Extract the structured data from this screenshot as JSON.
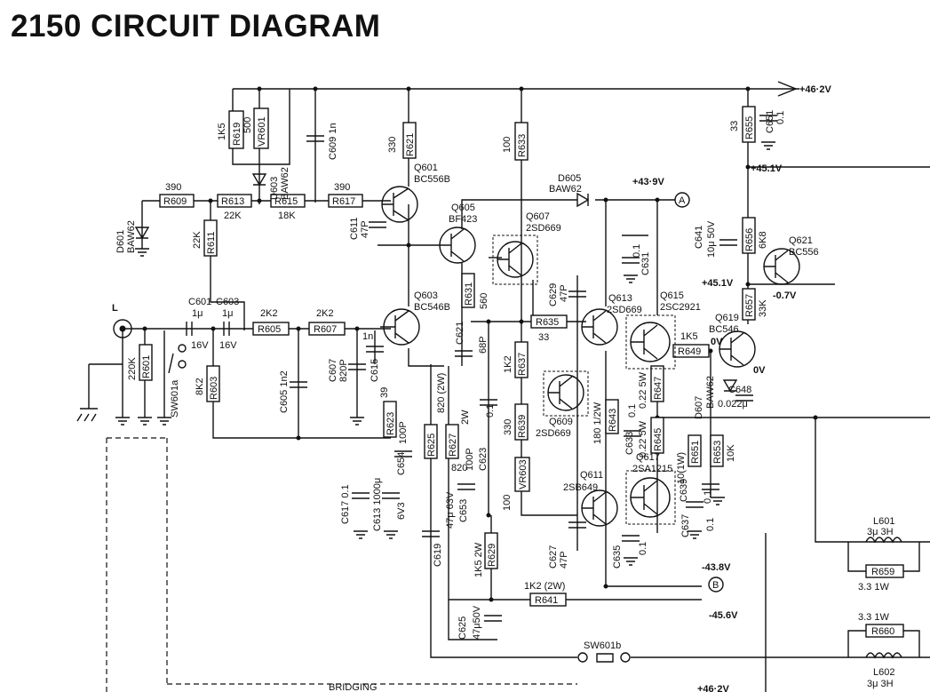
{
  "title": "2150  CIRCUIT DIAGRAM",
  "rails": {
    "v_plus_46_2": "+46·2V",
    "v_plus_45_1_top": "+45.1V",
    "v_plus_43_9": "+43·9V",
    "v_plus_45_1": "+45.1V",
    "v_minus_0_7": "-0.7V",
    "v_0v_a": "0V",
    "v_0v_b": "0V",
    "v_minus_43_8": "-43.8V",
    "v_minus_45_6": "-45.6V",
    "v_bottom": "+46·2V"
  },
  "terminals": {
    "a": "A",
    "b": "B",
    "input": "L"
  },
  "labels": {
    "bridging": "BRIDGING",
    "sw601a": "SW601a",
    "sw601b": "SW601b"
  },
  "resistors": {
    "r619": "R619",
    "r619_val": "1K5",
    "vr601": "VR601",
    "vr601_val": "500",
    "r621": "R621",
    "r621_val": "330",
    "r633": "R633",
    "r633_val": "100",
    "r609": "R609",
    "r609_val": "390",
    "r613": "R613",
    "r613_val": "22K",
    "r615": "R615",
    "r615_val": "18K",
    "r617": "R617",
    "r617_val": "390",
    "r611": "R611",
    "r611_val": "22K",
    "r605": "R605",
    "r605_val": "2K2",
    "r607": "R607",
    "r607_val": "2K2",
    "r601": "R601",
    "r601_val": "220K",
    "r603": "R603",
    "r603_val": "8K2",
    "r623": "R623",
    "r623_val": "39",
    "r625": "R625",
    "r627": "R627",
    "r627_val": "820",
    "r627_rating": "820 (2W)",
    "r627_watt": "2W",
    "r631": "R631",
    "r631_val": "560",
    "r635": "R635",
    "r635_val": "33",
    "r637": "R637",
    "r637_val": "1K2",
    "r639": "R639",
    "r639_val": "330",
    "vr603": "VR603",
    "vr603_val": "100",
    "r629": "R629",
    "r629_val": "1K5 2W",
    "r641": "R641",
    "r641_val": "1K2 (2W)",
    "r643": "R643",
    "r643_val": "180 1/2W",
    "r647": "R647",
    "r647_val": "0.22 5W",
    "r645": "R645",
    "r645_val": "0.22 5W",
    "r649": "R649",
    "r649_val": "1K5",
    "r651": "R651",
    "r651_val": "10(1W)",
    "r653": "R653",
    "r653_val": "10K",
    "r655": "R655",
    "r655_val": "33",
    "r656": "R656",
    "r656_val": "6K8",
    "r657": "R657",
    "r657_val": "33K",
    "r659": "R659",
    "r659_val": "3.3  1W",
    "r660": "R660",
    "r660_val": "3.3  1W"
  },
  "capacitors": {
    "c609": "C609 1n",
    "c611": "C611",
    "c611_val": "47P",
    "c601": "C601",
    "c601_val": "1μ",
    "c601_v": "16V",
    "c603": "C603",
    "c603_val": "1μ",
    "c603_v": "16V",
    "c605": "C605 1n2",
    "c607": "C607",
    "c607_val": "820P",
    "c615": "C615",
    "c615_val": "1n",
    "c621": "C621",
    "c621_val": "68P",
    "c623": "C623",
    "c623_val": "0.1",
    "c629": "C629",
    "c629_val": "47P",
    "c631": "C631",
    "c631_val": "0.1",
    "c633": "C633",
    "c633_val": "0.1",
    "c617": "C617 0.1",
    "c613": "C613 1000μ",
    "c613_v": "6V3",
    "c654": "C654",
    "c654_val": "100P",
    "c653": "C653",
    "c653_val": "100P",
    "c619": "C619",
    "c619_val": "47μ 63V",
    "c625": "C625",
    "c625_val": "47μ50V",
    "c627": "C627",
    "c627_val": "47P",
    "c635": "C635",
    "c635_val": "0.1",
    "c637": "C637",
    "c637_val": "0.1",
    "c639": "C639",
    "c639_val": "0.1",
    "c641": "C641",
    "c641_val": "10μ 50V",
    "c648": "C648",
    "c648_val": "0.022μ",
    "c651": "C651",
    "c651_val": "0.1"
  },
  "semis": {
    "d601": "D601",
    "d601_type": "BAW62",
    "d603": "D603",
    "d603_type": "BAW62",
    "d605": "D605",
    "d605_type": "BAW62",
    "d607": "D607",
    "d607_type": "BAW62",
    "q601": "Q601",
    "q601_type": "BC556B",
    "q603": "Q603",
    "q603_type": "BC546B",
    "q605": "Q605",
    "q605_type": "BF423",
    "q607": "Q607",
    "q607_type": "2SD669",
    "q609": "Q609",
    "q609_type": "2SD669",
    "q611": "Q611",
    "q611_type": "2SB649",
    "q613": "Q613",
    "q613_type": "2SD669",
    "q615": "Q615",
    "q615_type": "2SC2921",
    "q617": "Q617",
    "q617_type": "2SA1215",
    "q619": "Q619",
    "q619_type": "BC546",
    "q621": "Q621",
    "q621_type": "BC556"
  },
  "inductors": {
    "l601": "L601",
    "l601_val": "3μ 3H",
    "l602": "L602",
    "l602_val": "3μ 3H"
  }
}
